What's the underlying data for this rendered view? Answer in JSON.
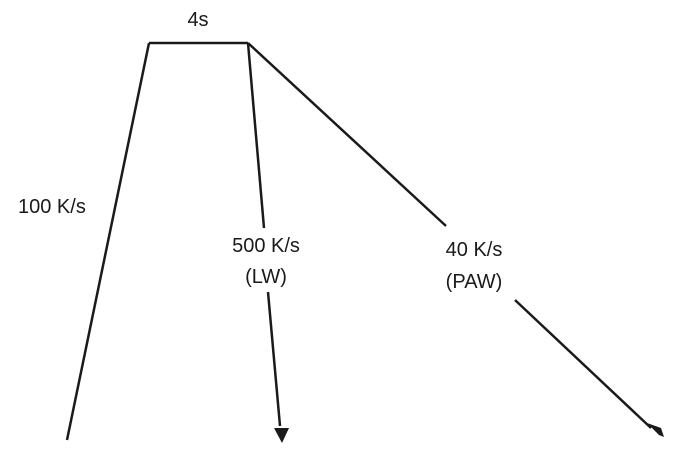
{
  "diagram": {
    "hold_label": "4s",
    "heating_rate_label": "100 K/s",
    "branch_lw": {
      "rate_label": "500 K/s",
      "process_label": "(LW)"
    },
    "branch_paw": {
      "rate_label": "40 K/s",
      "process_label": "(PAW)"
    },
    "line_color": "#1a1a1a"
  }
}
